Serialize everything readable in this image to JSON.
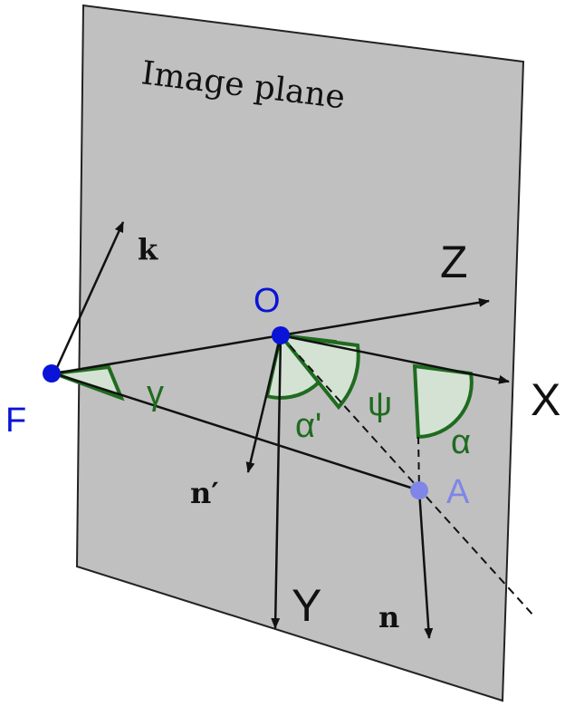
{
  "labels": {
    "plane_title": "Image plane",
    "k": "k",
    "Z": "Z",
    "O": "O",
    "X": "X",
    "F": "F",
    "gamma": "γ",
    "psi": "ψ",
    "alpha_prime": "α'",
    "alpha": "α",
    "n_prime": "n′",
    "A": "A",
    "Y": "Y",
    "n": "n"
  },
  "colors": {
    "plane_fill": "#c0c0c0",
    "stroke": "#111111",
    "point_blue": "#0a14d6",
    "point_A": "#7f86e8",
    "angle_green": "#1f6b1f",
    "angle_fill": "#d4e2d4"
  }
}
